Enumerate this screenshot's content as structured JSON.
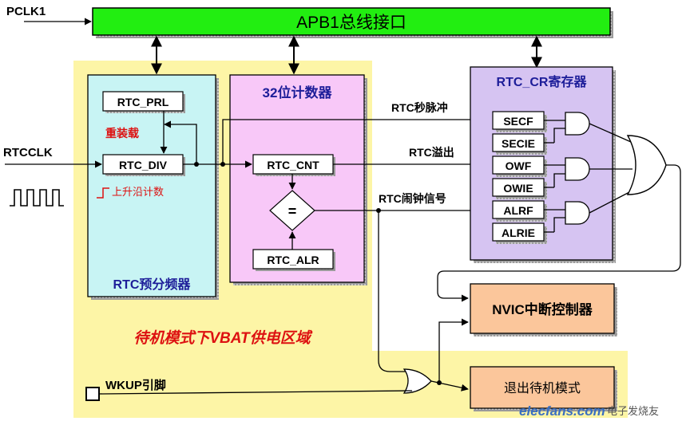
{
  "bus": {
    "label": "APB1总线接口"
  },
  "inputs": {
    "pclk": "PCLK1",
    "rtcclk": "RTCCLK",
    "wkup": "WKUP引脚"
  },
  "prescaler": {
    "title": "RTC预分频器",
    "prl": "RTC_PRL",
    "div": "RTC_DIV",
    "reload": "重装载",
    "edge": "上升沿计数"
  },
  "counter": {
    "title": "32位计数器",
    "cnt": "RTC_CNT",
    "cmp": "=",
    "alr": "RTC_ALR"
  },
  "cr": {
    "title": "RTC_CR寄存器",
    "bits": [
      "SECF",
      "SECIE",
      "OWF",
      "OWIE",
      "ALRF",
      "ALRIE"
    ]
  },
  "signals": {
    "second": "RTC秒脉冲",
    "overflow": "RTC溢出",
    "alarm": "RTC闹钟信号"
  },
  "nvic": "NVIC中断控制器",
  "exit_standby": "退出待机模式",
  "vbat_area": "待机模式下VBAT供电区域",
  "watermark": {
    "site": "elecfans.com",
    "cn": "电子发烧友"
  },
  "colors": {
    "bus": "#22ee11",
    "vbat": "#fdf5a6",
    "prescaler": "#c8f4f4",
    "counter": "#f8c8f8",
    "cr": "#d6c4f2",
    "output": "#fbc69b",
    "title_blue": "#1d1d99",
    "red_text": "#dd1111"
  }
}
